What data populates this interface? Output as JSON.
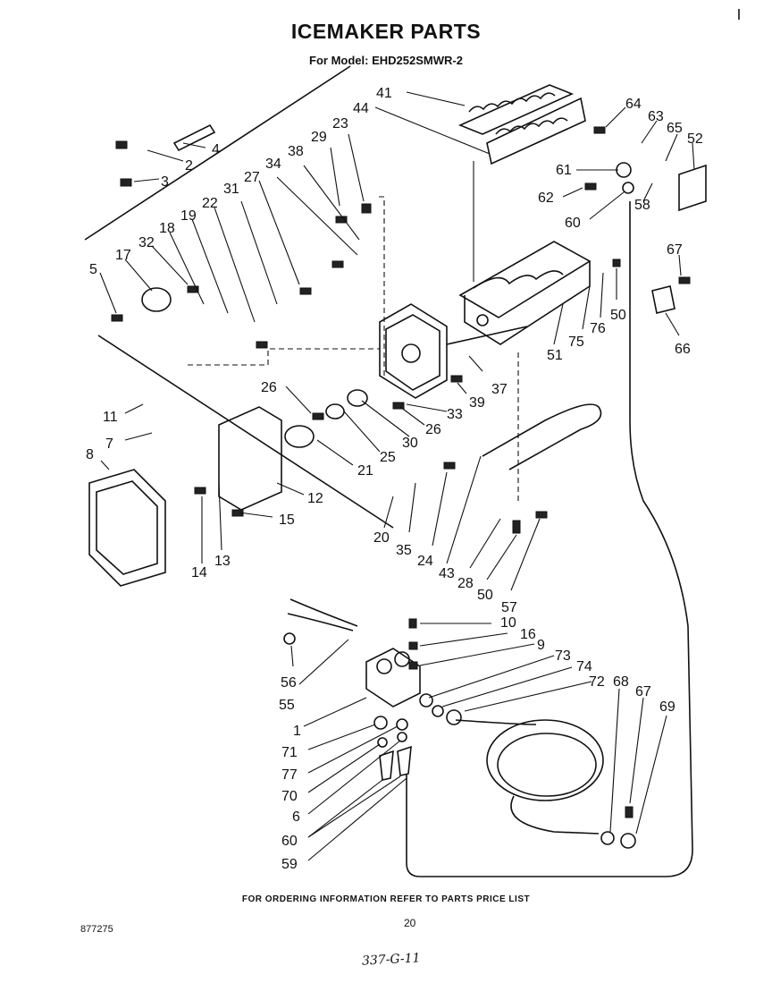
{
  "header": {
    "title": "ICEMAKER PARTS",
    "subtitle": "For Model: EHD252SMWR-2"
  },
  "footer": {
    "ordering_note": "FOR ORDERING INFORMATION REFER TO PARTS PRICE LIST",
    "page_number": "20",
    "doc_number": "877275",
    "handwritten_note": "337-G-11"
  },
  "callouts": [
    {
      "id": "c41",
      "label": "41"
    },
    {
      "id": "c44",
      "label": "44"
    },
    {
      "id": "c64",
      "label": "64"
    },
    {
      "id": "c63",
      "label": "63"
    },
    {
      "id": "c65",
      "label": "65"
    },
    {
      "id": "c52",
      "label": "52"
    },
    {
      "id": "c29",
      "label": "29"
    },
    {
      "id": "c23",
      "label": "23"
    },
    {
      "id": "c2",
      "label": "2"
    },
    {
      "id": "c4",
      "label": "4"
    },
    {
      "id": "c3",
      "label": "3"
    },
    {
      "id": "c38",
      "label": "38"
    },
    {
      "id": "c34",
      "label": "34"
    },
    {
      "id": "c27",
      "label": "27"
    },
    {
      "id": "c31",
      "label": "31"
    },
    {
      "id": "c22",
      "label": "22"
    },
    {
      "id": "c19",
      "label": "19"
    },
    {
      "id": "c18",
      "label": "18"
    },
    {
      "id": "c32",
      "label": "32"
    },
    {
      "id": "c17",
      "label": "17"
    },
    {
      "id": "c5",
      "label": "5"
    },
    {
      "id": "c61",
      "label": "61"
    },
    {
      "id": "c62",
      "label": "62"
    },
    {
      "id": "c60a",
      "label": "60"
    },
    {
      "id": "c58",
      "label": "58"
    },
    {
      "id": "c67a",
      "label": "67"
    },
    {
      "id": "c76",
      "label": "76"
    },
    {
      "id": "c50a",
      "label": "50"
    },
    {
      "id": "c75",
      "label": "75"
    },
    {
      "id": "c51",
      "label": "51"
    },
    {
      "id": "c66",
      "label": "66"
    },
    {
      "id": "c26a",
      "label": "26"
    },
    {
      "id": "c39",
      "label": "39"
    },
    {
      "id": "c37",
      "label": "37"
    },
    {
      "id": "c33",
      "label": "33"
    },
    {
      "id": "c26b",
      "label": "26"
    },
    {
      "id": "c11",
      "label": "11"
    },
    {
      "id": "c7",
      "label": "7"
    },
    {
      "id": "c25",
      "label": "25"
    },
    {
      "id": "c30",
      "label": "30"
    },
    {
      "id": "c8",
      "label": "8"
    },
    {
      "id": "c21",
      "label": "21"
    },
    {
      "id": "c12",
      "label": "12"
    },
    {
      "id": "c15",
      "label": "15"
    },
    {
      "id": "c14",
      "label": "14"
    },
    {
      "id": "c13",
      "label": "13"
    },
    {
      "id": "c20",
      "label": "20"
    },
    {
      "id": "c35",
      "label": "35"
    },
    {
      "id": "c24",
      "label": "24"
    },
    {
      "id": "c43",
      "label": "43"
    },
    {
      "id": "c28",
      "label": "28"
    },
    {
      "id": "c50b",
      "label": "50"
    },
    {
      "id": "c57",
      "label": "57"
    },
    {
      "id": "c10",
      "label": "10"
    },
    {
      "id": "c16",
      "label": "16"
    },
    {
      "id": "c9",
      "label": "9"
    },
    {
      "id": "c73",
      "label": "73"
    },
    {
      "id": "c74",
      "label": "74"
    },
    {
      "id": "c72",
      "label": "72"
    },
    {
      "id": "c68",
      "label": "68"
    },
    {
      "id": "c67b",
      "label": "67"
    },
    {
      "id": "c69",
      "label": "69"
    },
    {
      "id": "c56",
      "label": "56"
    },
    {
      "id": "c55",
      "label": "55"
    },
    {
      "id": "c1",
      "label": "1"
    },
    {
      "id": "c71",
      "label": "71"
    },
    {
      "id": "c77",
      "label": "77"
    },
    {
      "id": "c70",
      "label": "70"
    },
    {
      "id": "c6",
      "label": "6"
    },
    {
      "id": "c60b",
      "label": "60"
    },
    {
      "id": "c59",
      "label": "59"
    }
  ]
}
